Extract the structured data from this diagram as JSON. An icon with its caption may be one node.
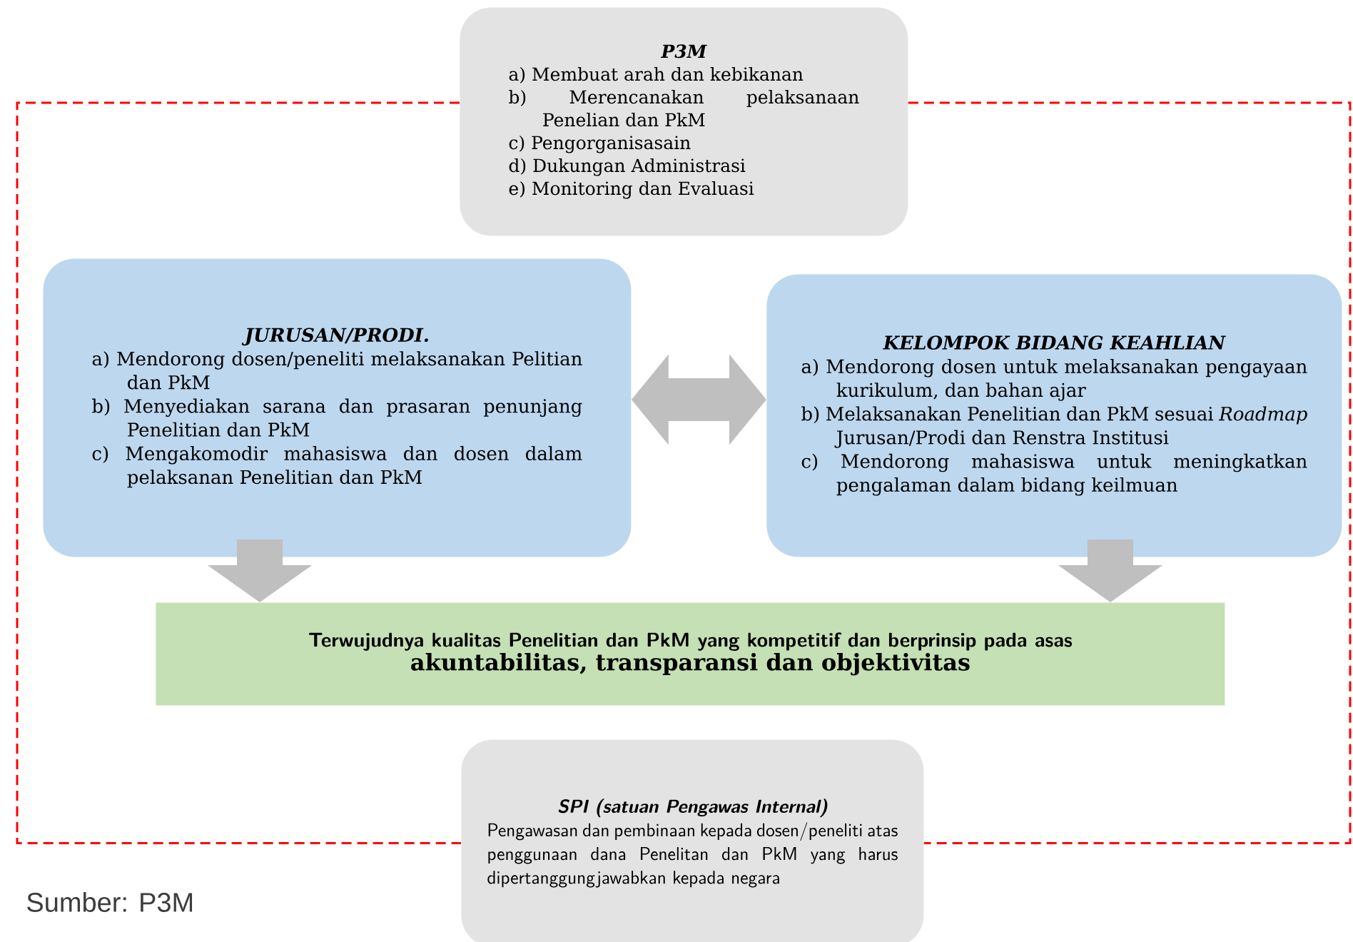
{
  "diagram": {
    "caption": "Sumber: P3M",
    "nodes": [
      {
        "text": [
          "P3M",
          "a) Membuat arah dan kebikanan",
          "b) Merencanakan pelaksanaan Penelian dan PkM",
          "c) Pengorganisasain",
          "d) Dukungan Administrasi",
          "e) Monitoring dan Evaluasi"
        ]
      },
      {
        "text": [
          "JURUSAN/PRODI.",
          "a) Mendorong dosen/peneliti melaksanakan Pelitian dan PkM",
          "b) Menyediakan sarana dan prasaran penunjang Penelitian dan PkM",
          "c) Mengakomodir mahasiswa dan dosen dalam pelaksanan Penelitian dan PkM"
        ]
      },
      {
        "text": [
          "KELOMPOK BIDANG KEAHLIAN",
          "a) Mendorong dosen untuk melaksanakan pengayaan kurikulum, dan bahan ajar",
          "b) Melaksanakan Penelitian dan PkM sesuai *Roadmap* Jurusan/Prodi dan Renstra Institusi",
          "c) Mendorong mahasiswa untuk meningkatkan pengalaman dalam bidang keilmuan"
        ]
      },
      {
        "text": [
          "Terwujudnya kualitas Penelitian dan PkM yang kompetitif dan berprinsip pada asas",
          "akuntabilitas, transparansi dan objektivitas"
        ]
      },
      {
        "text": [
          "SPI (satuan Pengawas Internal)",
          "Pengawasan dan pembinaan kepada dosen/peneliti atas penggunaan dana Penelitan dan PkM yang harus dipertanggungjawabkan kepada negara"
        ]
      }
    ],
    "edges": [
      {
        "from": 1,
        "to": 2,
        "arrow": "both"
      },
      {
        "from": 1,
        "to": 3,
        "arrow": "to"
      },
      {
        "from": 2,
        "to": 3,
        "arrow": "to"
      },
      {
        "from": 0,
        "to": 4,
        "arrow": "none",
        "style": "dashed",
        "color": "#ff0000"
      },
      {
        "from": 0,
        "to": 4,
        "arrow": "none",
        "style": "dashed",
        "color": "#ff0000"
      }
    ]
  }
}
